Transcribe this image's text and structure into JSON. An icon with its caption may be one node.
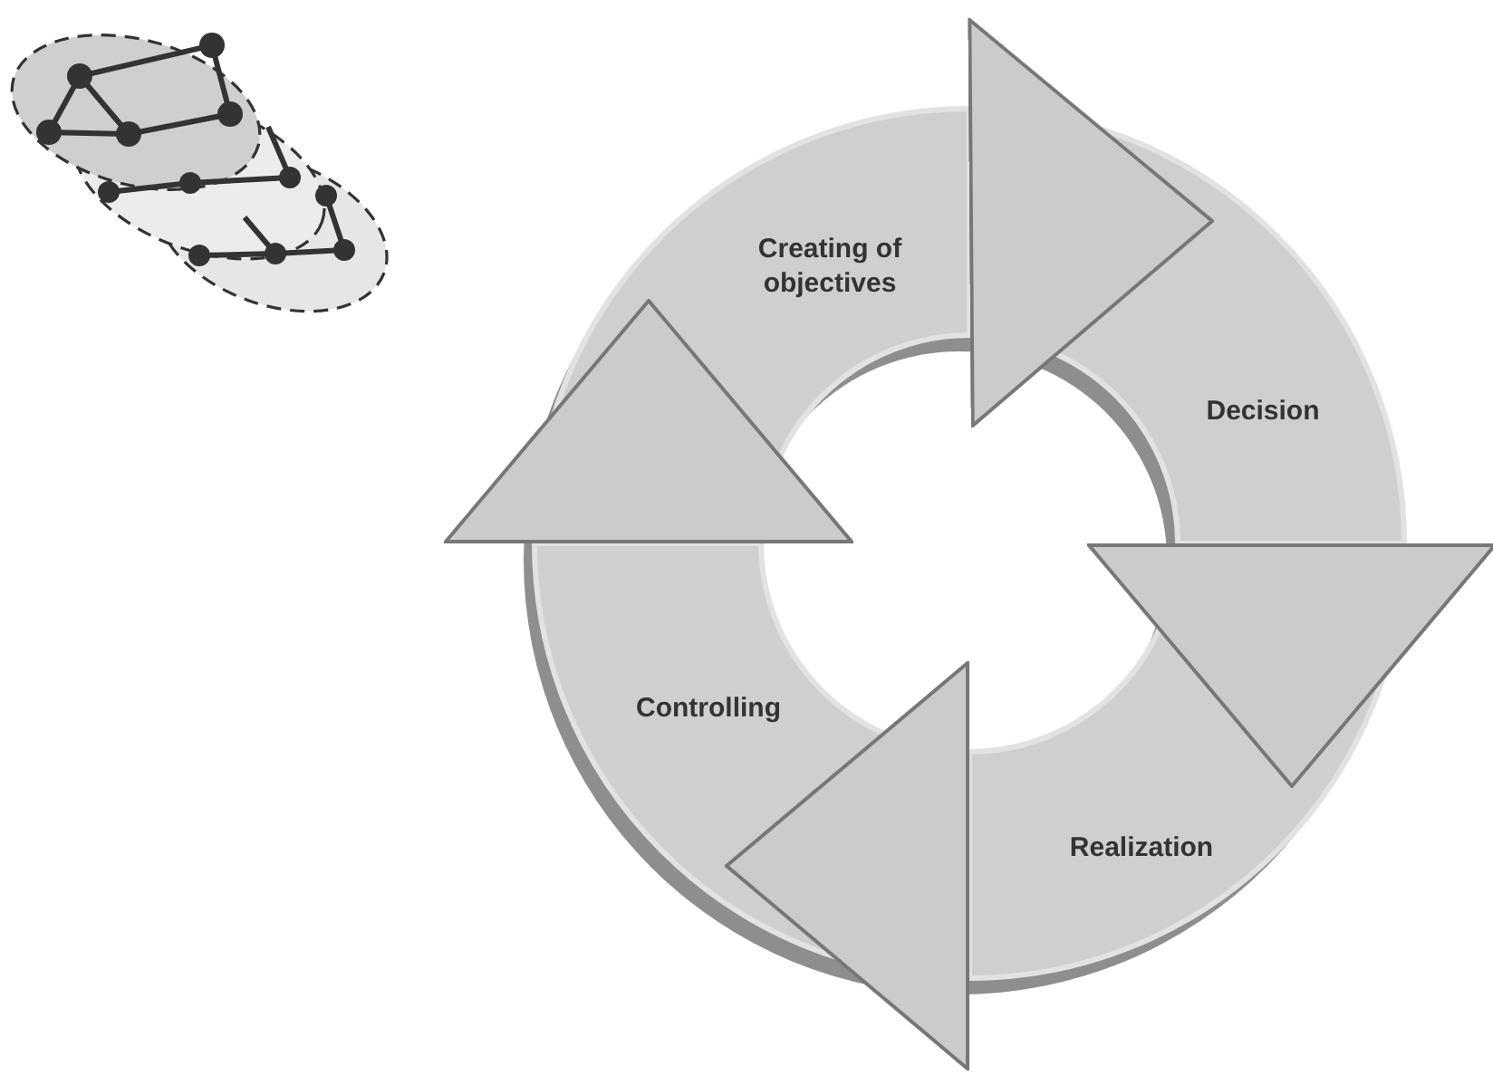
{
  "diagram": {
    "nodes": [
      {
        "text": [
          "Creating of objectives"
        ]
      },
      {
        "text": [
          "Decision"
        ]
      },
      {
        "text": [
          "Realization"
        ]
      },
      {
        "text": [
          "Controlling"
        ]
      }
    ],
    "edges": [
      {
        "from": 0,
        "to": 1,
        "arrow": "to"
      },
      {
        "from": 1,
        "to": 2,
        "arrow": "to"
      },
      {
        "from": 2,
        "to": 3,
        "arrow": "to"
      },
      {
        "from": 3,
        "to": 0,
        "arrow": "to"
      }
    ]
  }
}
